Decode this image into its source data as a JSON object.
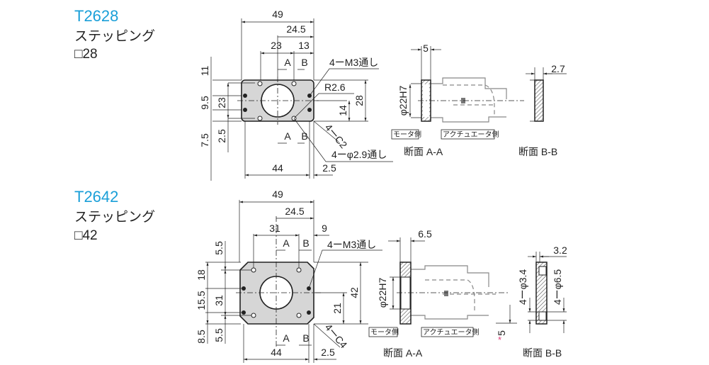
{
  "parts": [
    {
      "code": "T2628",
      "type": "ステッピング",
      "size": "□28",
      "front": {
        "dims": {
          "width": "49",
          "half": "24.5",
          "a": "23",
          "b": "13",
          "left_top": "11",
          "left_mid": "9.5",
          "left_bot": "7.5",
          "inner_v": "23",
          "inner_bot": "2.5",
          "height": "28",
          "half_h": "14",
          "bottom": "44",
          "bottom_off": "2.5"
        },
        "section_a": "A",
        "section_b": "B",
        "notes": {
          "tapped": "4ーM3通し",
          "radius": "R2.6",
          "chamfer": "4ーC2",
          "through": "4ーφ2.9通し"
        }
      },
      "section_aa": {
        "thickness": "5",
        "bore": "φ22H7",
        "motor_side": "モータ側",
        "actuator_side": "アクチュエータ側",
        "label": "断面 A-A"
      },
      "section_bb": {
        "thickness": "2.7",
        "label": "断面 B-B"
      }
    },
    {
      "code": "T2642",
      "type": "ステッピング",
      "size": "□42",
      "front": {
        "dims": {
          "width": "49",
          "half": "24.5",
          "a": "31",
          "b": "9",
          "left_top": "18",
          "left_top_small": "5.5",
          "left_mid": "15.5",
          "inner_v": "31",
          "left_bot": "8.5",
          "left_bot_small": "5.5",
          "height": "42",
          "half_h": "21",
          "bottom": "44",
          "bottom_off": "2.5"
        },
        "section_a": "A",
        "section_b": "B",
        "notes": {
          "tapped": "4ーM3通し",
          "chamfer": "4ーC4"
        }
      },
      "section_aa": {
        "thickness": "6.5",
        "bore": "φ22H7",
        "motor_side": "モータ側",
        "actuator_side": "アクチュエータ側",
        "label": "断面 A-A",
        "note_mark": "*",
        "note_value": "5"
      },
      "section_bb": {
        "thickness": "3.2",
        "hole_small": "4ーφ3.4",
        "hole_large": "4ーφ6.5",
        "label": "断面 B-B"
      }
    }
  ]
}
